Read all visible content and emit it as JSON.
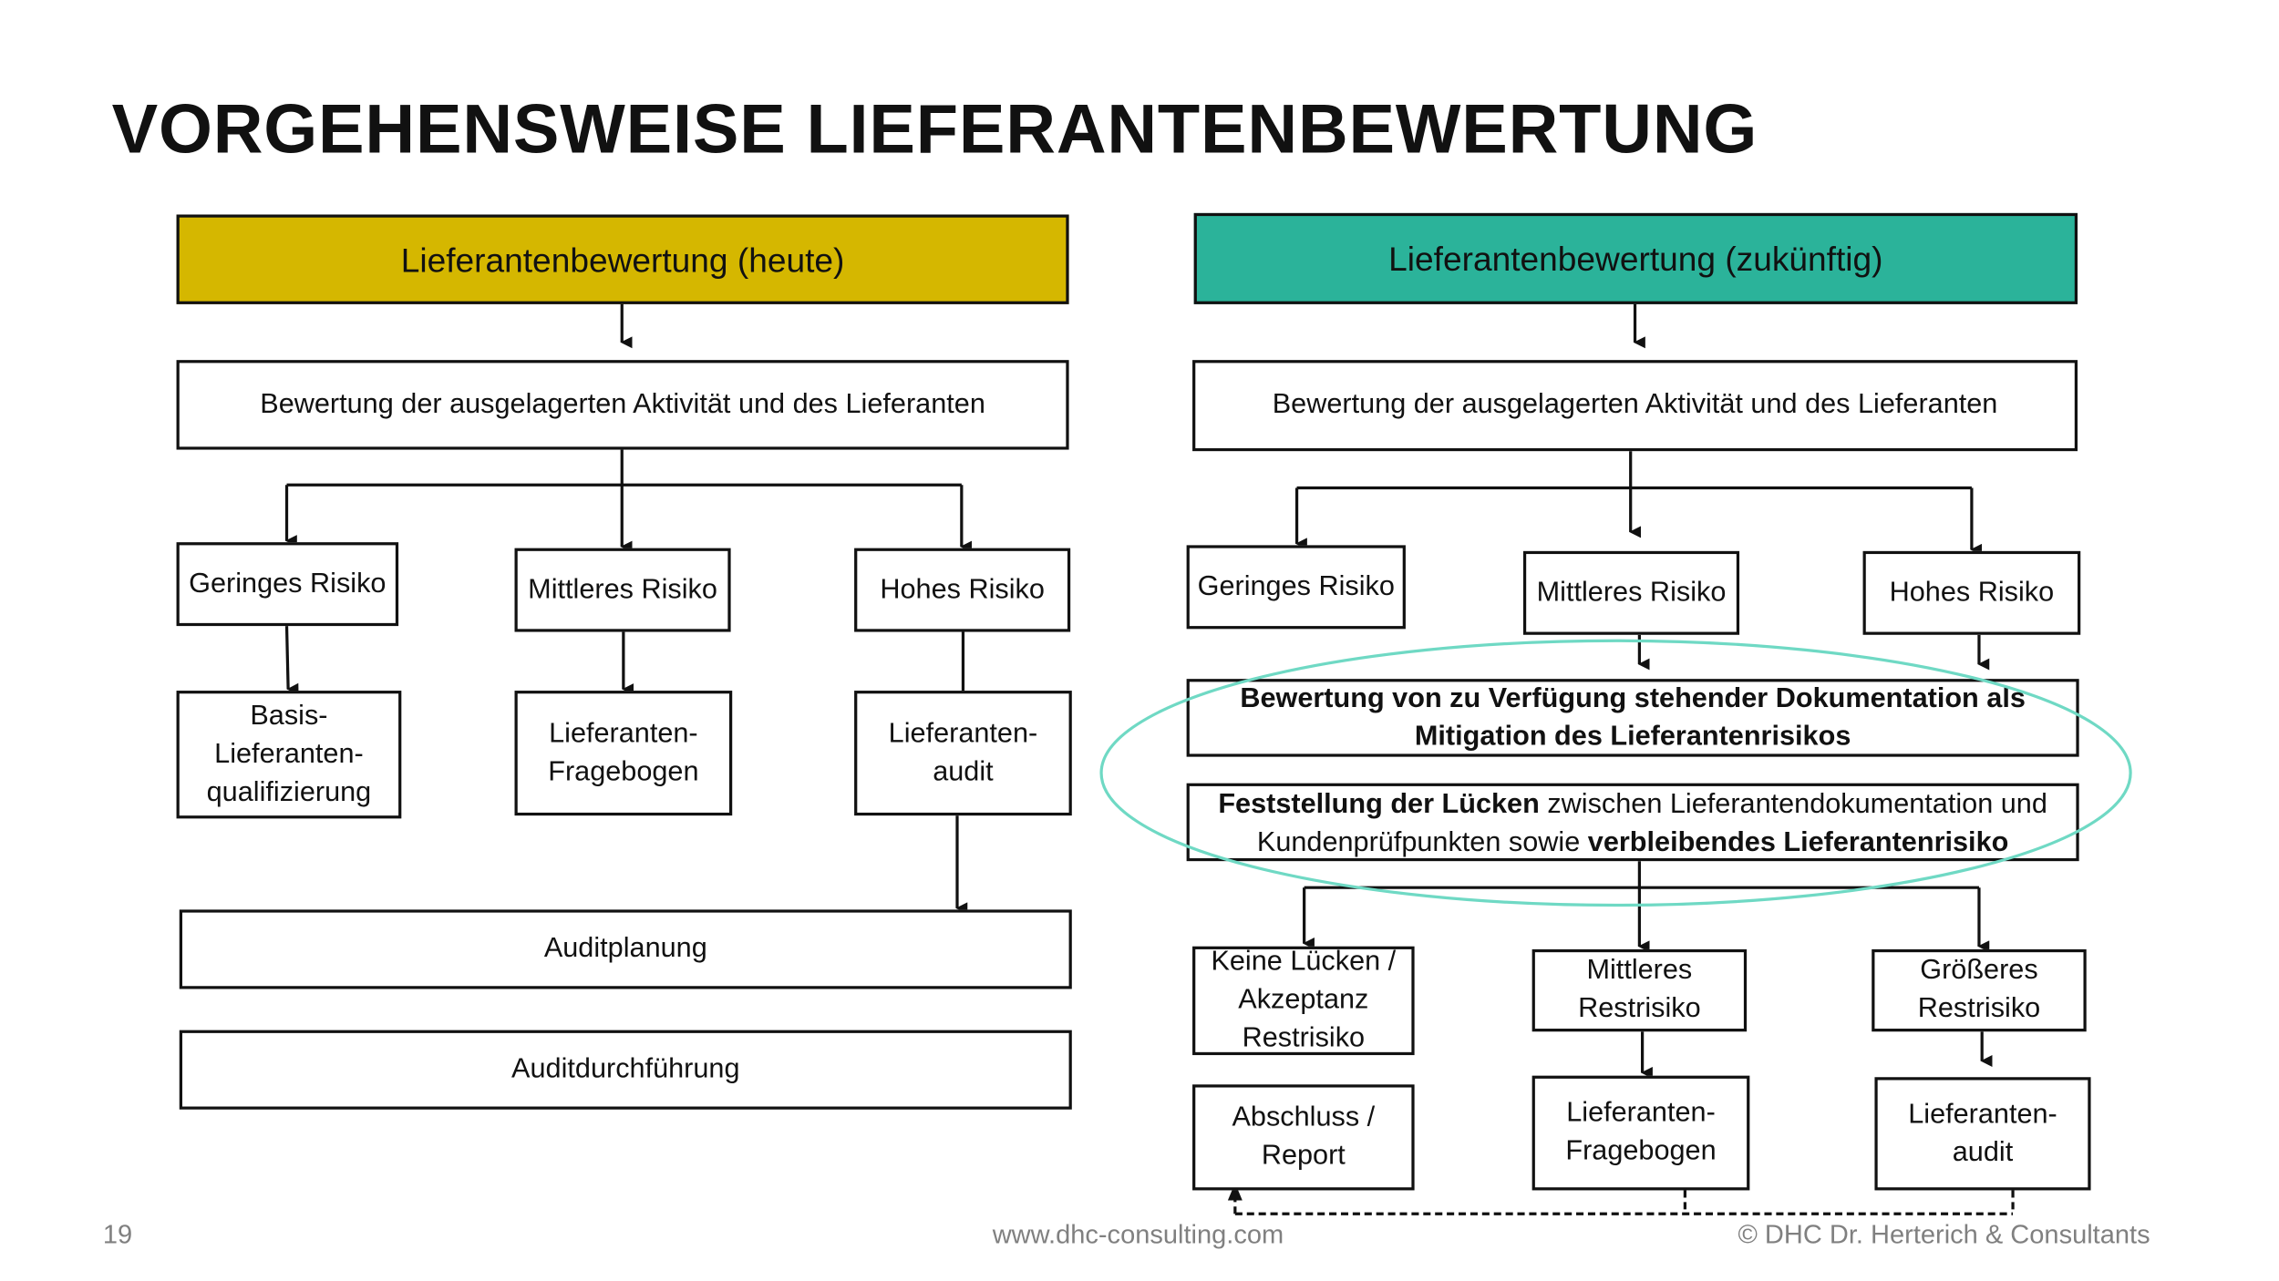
{
  "title": "VORGEHENSWEISE LIEFERANTENBEWERTUNG",
  "colors": {
    "today_header": "#D5B700",
    "future_header": "#2BB39A",
    "highlight_ellipse": "#6FD9C4"
  },
  "left": {
    "header": "Lieferantenbewertung (heute)",
    "assessment": "Bewertung der ausgelagerten Aktivität und des Lieferanten",
    "risks": [
      {
        "label": "Geringes Risiko",
        "action": "Basis-Lieferanten-qualifizierung"
      },
      {
        "label": "Mittleres Risiko",
        "action": "Lieferanten-Fragebogen"
      },
      {
        "label": "Hohes Risiko",
        "action": "Lieferanten-audit"
      }
    ],
    "audit_planning": "Auditplanung",
    "audit_execution": "Auditdurchführung"
  },
  "right": {
    "header": "Lieferantenbewertung (zukünftig)",
    "assessment": "Bewertung der ausgelagerten Aktivität und des Lieferanten",
    "risks": [
      "Geringes Risiko",
      "Mittleres Risiko",
      "Hohes Risiko"
    ],
    "documentation": "Bewertung von zu Verfügung stehender Dokumentation als Mitigation des Lieferantenrisikos",
    "gaps": {
      "bold1": "Feststellung der Lücken",
      "text1": " zwischen Lieferantendokumentation und Kundenprüfpunkten sowie ",
      "bold2": "verbleibendes Lieferantenrisiko"
    },
    "residual": [
      {
        "label": "Keine Lücken / Akzeptanz Restrisiko",
        "action": "Abschluss / Report"
      },
      {
        "label": "Mittleres Restrisiko",
        "action": "Lieferanten-Fragebogen"
      },
      {
        "label": "Größeres Restrisiko",
        "action": "Lieferanten-audit"
      }
    ]
  },
  "footer": {
    "page": "19",
    "url": "www.dhc-consulting.com",
    "copyright": "© DHC Dr. Herterich & Consultants"
  }
}
